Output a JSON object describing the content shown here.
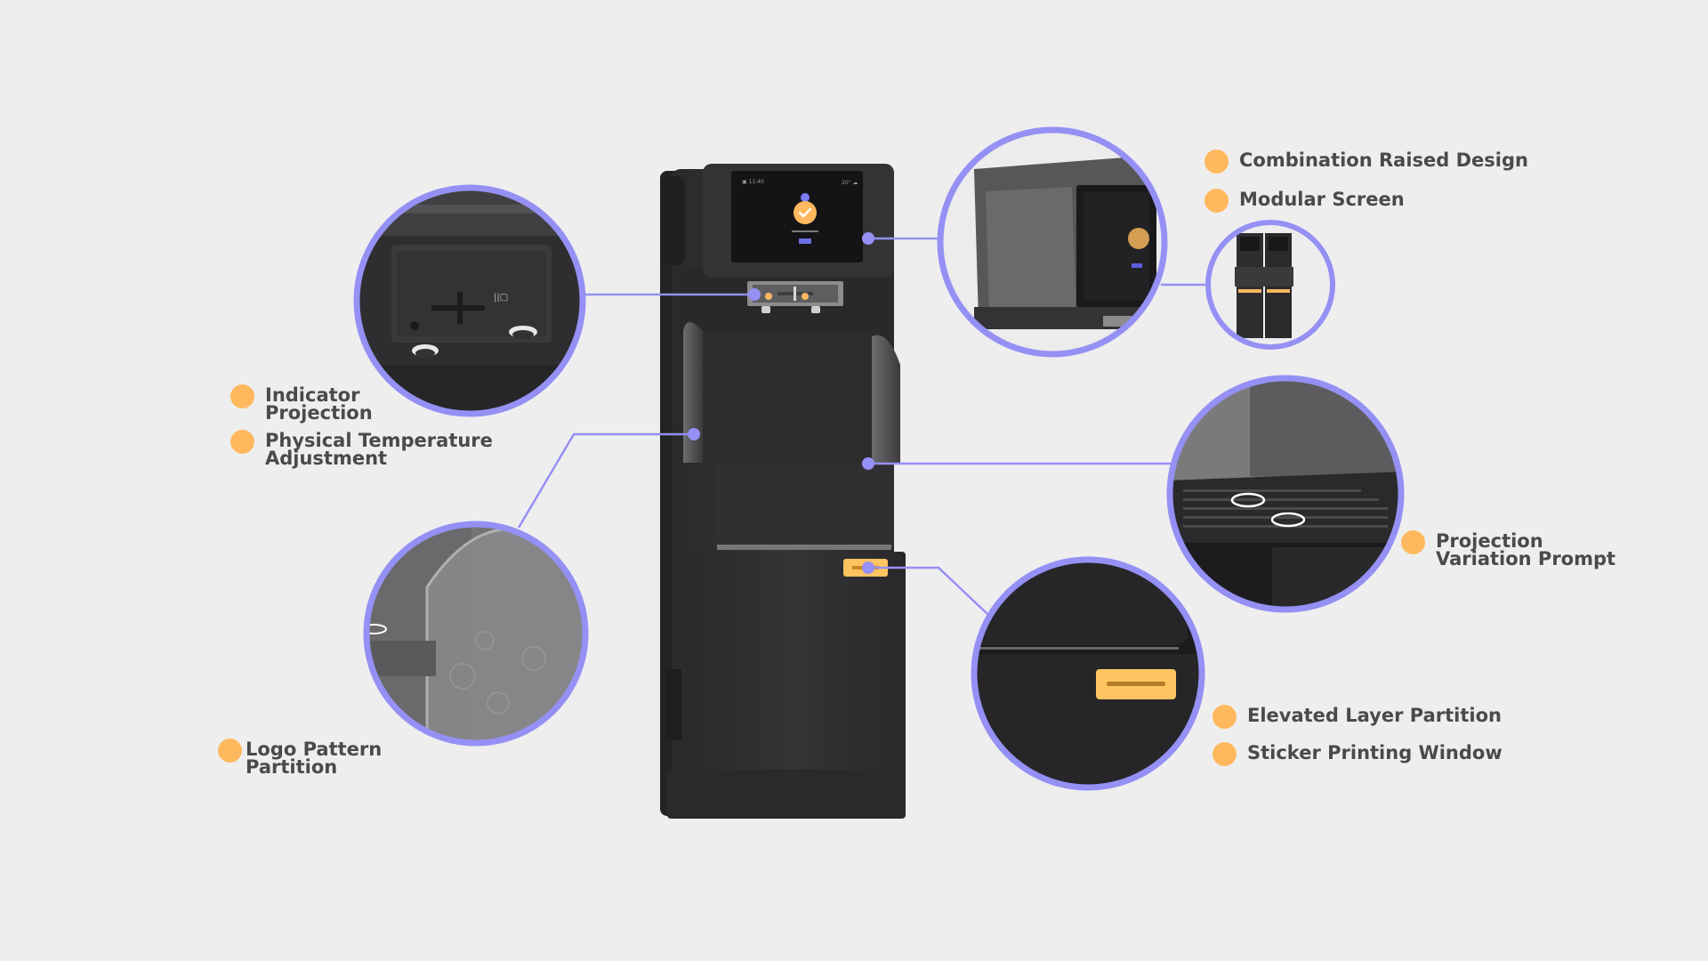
{
  "colors": {
    "background": "#efeeef",
    "accent_ring": "#9590f4",
    "callout_dot": "#ffb85e",
    "label_text": "#4a4a4a",
    "device_body": "#2f2f31",
    "device_panel": "#262628",
    "sticker_window": "#ffc462"
  },
  "icons": {
    "screen_status": "check-circle-icon"
  },
  "labels": {
    "combination_raised_design": "Combination Raised Design",
    "modular_screen": "Modular Screen",
    "indicator_projection": "Indicator\nProjection",
    "physical_temperature_adjustment": "Physical Temperature\nAdjustment",
    "projection_variation_prompt": "Projection\nVariation Prompt",
    "logo_pattern_partition": "Logo Pattern\nPartition",
    "elevated_layer_partition": "Elevated Layer Partition",
    "sticker_printing_window": "Sticker Printing Window"
  }
}
